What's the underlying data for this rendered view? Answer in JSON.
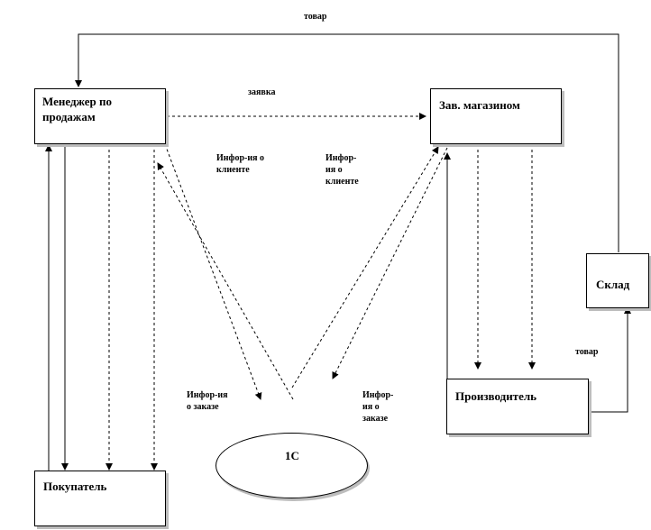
{
  "nodes": {
    "manager": "Менеджер по продажам",
    "store_head": "Зав. магазином",
    "warehouse": "Склад",
    "producer": "Производитель",
    "buyer": "Покупатель",
    "system_1c": "1С"
  },
  "edge_labels": {
    "goods_top": "товар",
    "request": "заявка",
    "client_info_left": "Инфор-ия о\nклиенте",
    "client_info_right": "Инфор-\nия о\nклиенте",
    "order_info_left": "Инфор-ия\nо заказе",
    "order_info_right": "Инфор-\nия о\nзаказе",
    "goods_bottom": "товар"
  }
}
